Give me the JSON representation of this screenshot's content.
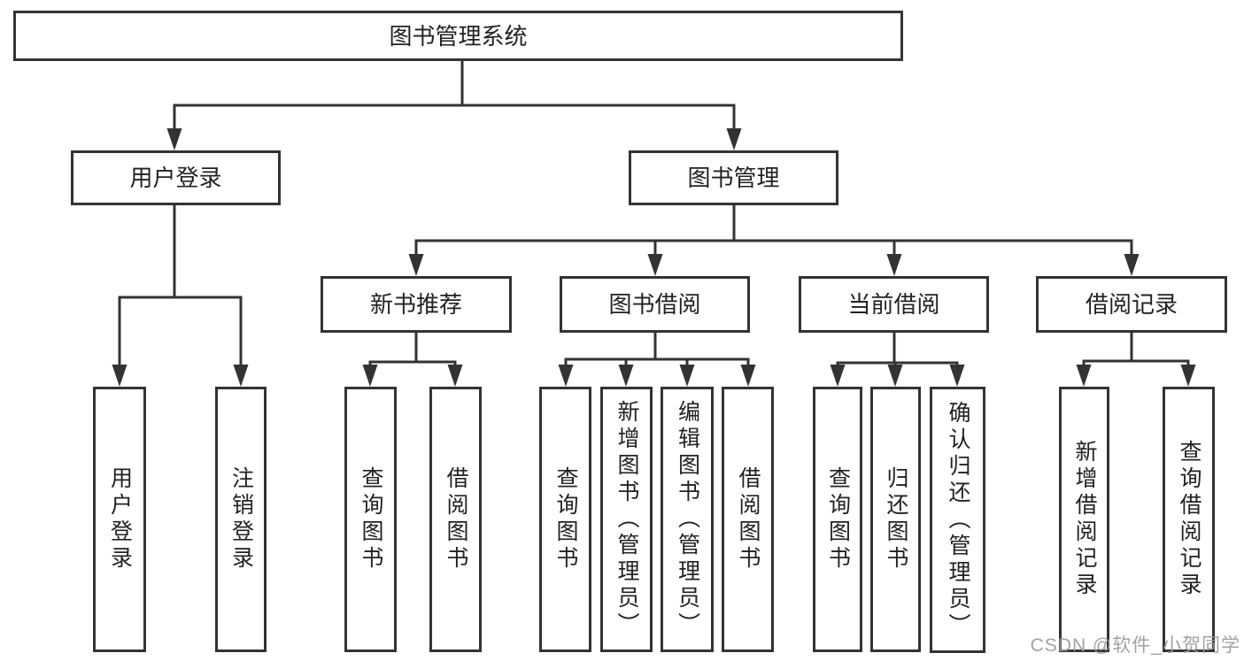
{
  "tree": {
    "root": {
      "label": "图书管理系统",
      "children": [
        {
          "label": "用户登录",
          "children": [
            {
              "label": "用户登录"
            },
            {
              "label": "注销登录"
            }
          ]
        },
        {
          "label": "图书管理",
          "children": [
            {
              "label": "新书推荐",
              "children": [
                {
                  "label": "查询图书"
                },
                {
                  "label": "借阅图书"
                }
              ]
            },
            {
              "label": "图书借阅",
              "children": [
                {
                  "label": "查询图书"
                },
                {
                  "label": "新增图书（管理员）"
                },
                {
                  "label": "编辑图书（管理员）"
                },
                {
                  "label": "借阅图书"
                }
              ]
            },
            {
              "label": "当前借阅",
              "children": [
                {
                  "label": "查询图书"
                },
                {
                  "label": "归还图书"
                },
                {
                  "label": "确认归还（管理员）"
                }
              ]
            },
            {
              "label": "借阅记录",
              "children": [
                {
                  "label": "新增借阅记录"
                },
                {
                  "label": "查询借阅记录"
                }
              ]
            }
          ]
        }
      ]
    }
  },
  "watermark": {
    "text": "CSDN @软件_小贺同学"
  },
  "colors": {
    "line": "#333333",
    "box_border": "#333333",
    "box_bg": "#ffffff",
    "text": "#222222",
    "watermark": "#9b9b9b"
  }
}
